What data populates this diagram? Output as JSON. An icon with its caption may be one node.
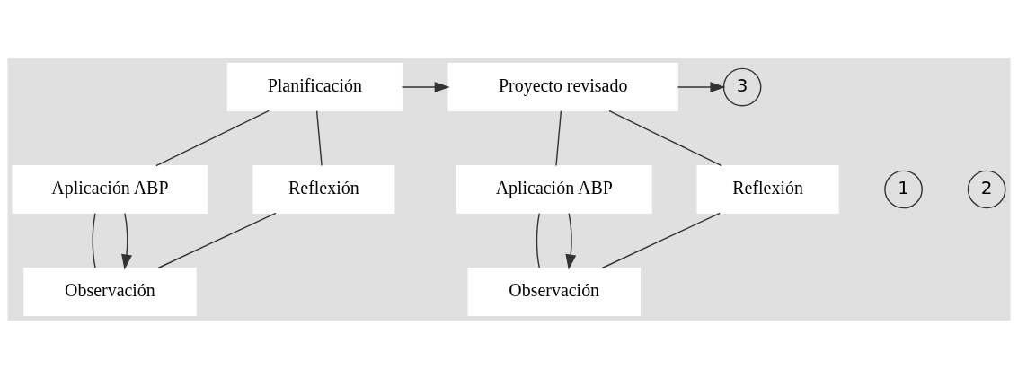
{
  "diagram": {
    "nodes": [
      {
        "text": [
          "Planificación"
        ]
      },
      {
        "text": [
          "Aplicación ABP"
        ]
      },
      {
        "text": [
          "Observación"
        ]
      },
      {
        "text": [
          "Reflexión"
        ]
      },
      {
        "text": [
          "1"
        ]
      },
      {
        "text": [
          "Proyecto revisado"
        ]
      },
      {
        "text": [
          "Aplicación ABP"
        ]
      },
      {
        "text": [
          "Observación"
        ]
      },
      {
        "text": [
          "Reflexión"
        ]
      },
      {
        "text": [
          "2"
        ]
      },
      {
        "text": [
          "3"
        ]
      }
    ],
    "edges": [
      {
        "from": 0,
        "to": 1,
        "arrow": "none"
      },
      {
        "from": 1,
        "to": 2,
        "arrow": "none"
      },
      {
        "from": 1,
        "to": 2,
        "arrow": "to"
      },
      {
        "from": 2,
        "to": 3,
        "arrow": "none"
      },
      {
        "from": 3,
        "to": 0,
        "arrow": "none"
      },
      {
        "from": 0,
        "to": 5,
        "arrow": "to"
      },
      {
        "from": 5,
        "to": 6,
        "arrow": "none"
      },
      {
        "from": 6,
        "to": 7,
        "arrow": "none"
      },
      {
        "from": 6,
        "to": 7,
        "arrow": "to"
      },
      {
        "from": 7,
        "to": 8,
        "arrow": "none"
      },
      {
        "from": 8,
        "to": 5,
        "arrow": "none"
      },
      {
        "from": 5,
        "to": 10,
        "arrow": "to"
      }
    ]
  }
}
